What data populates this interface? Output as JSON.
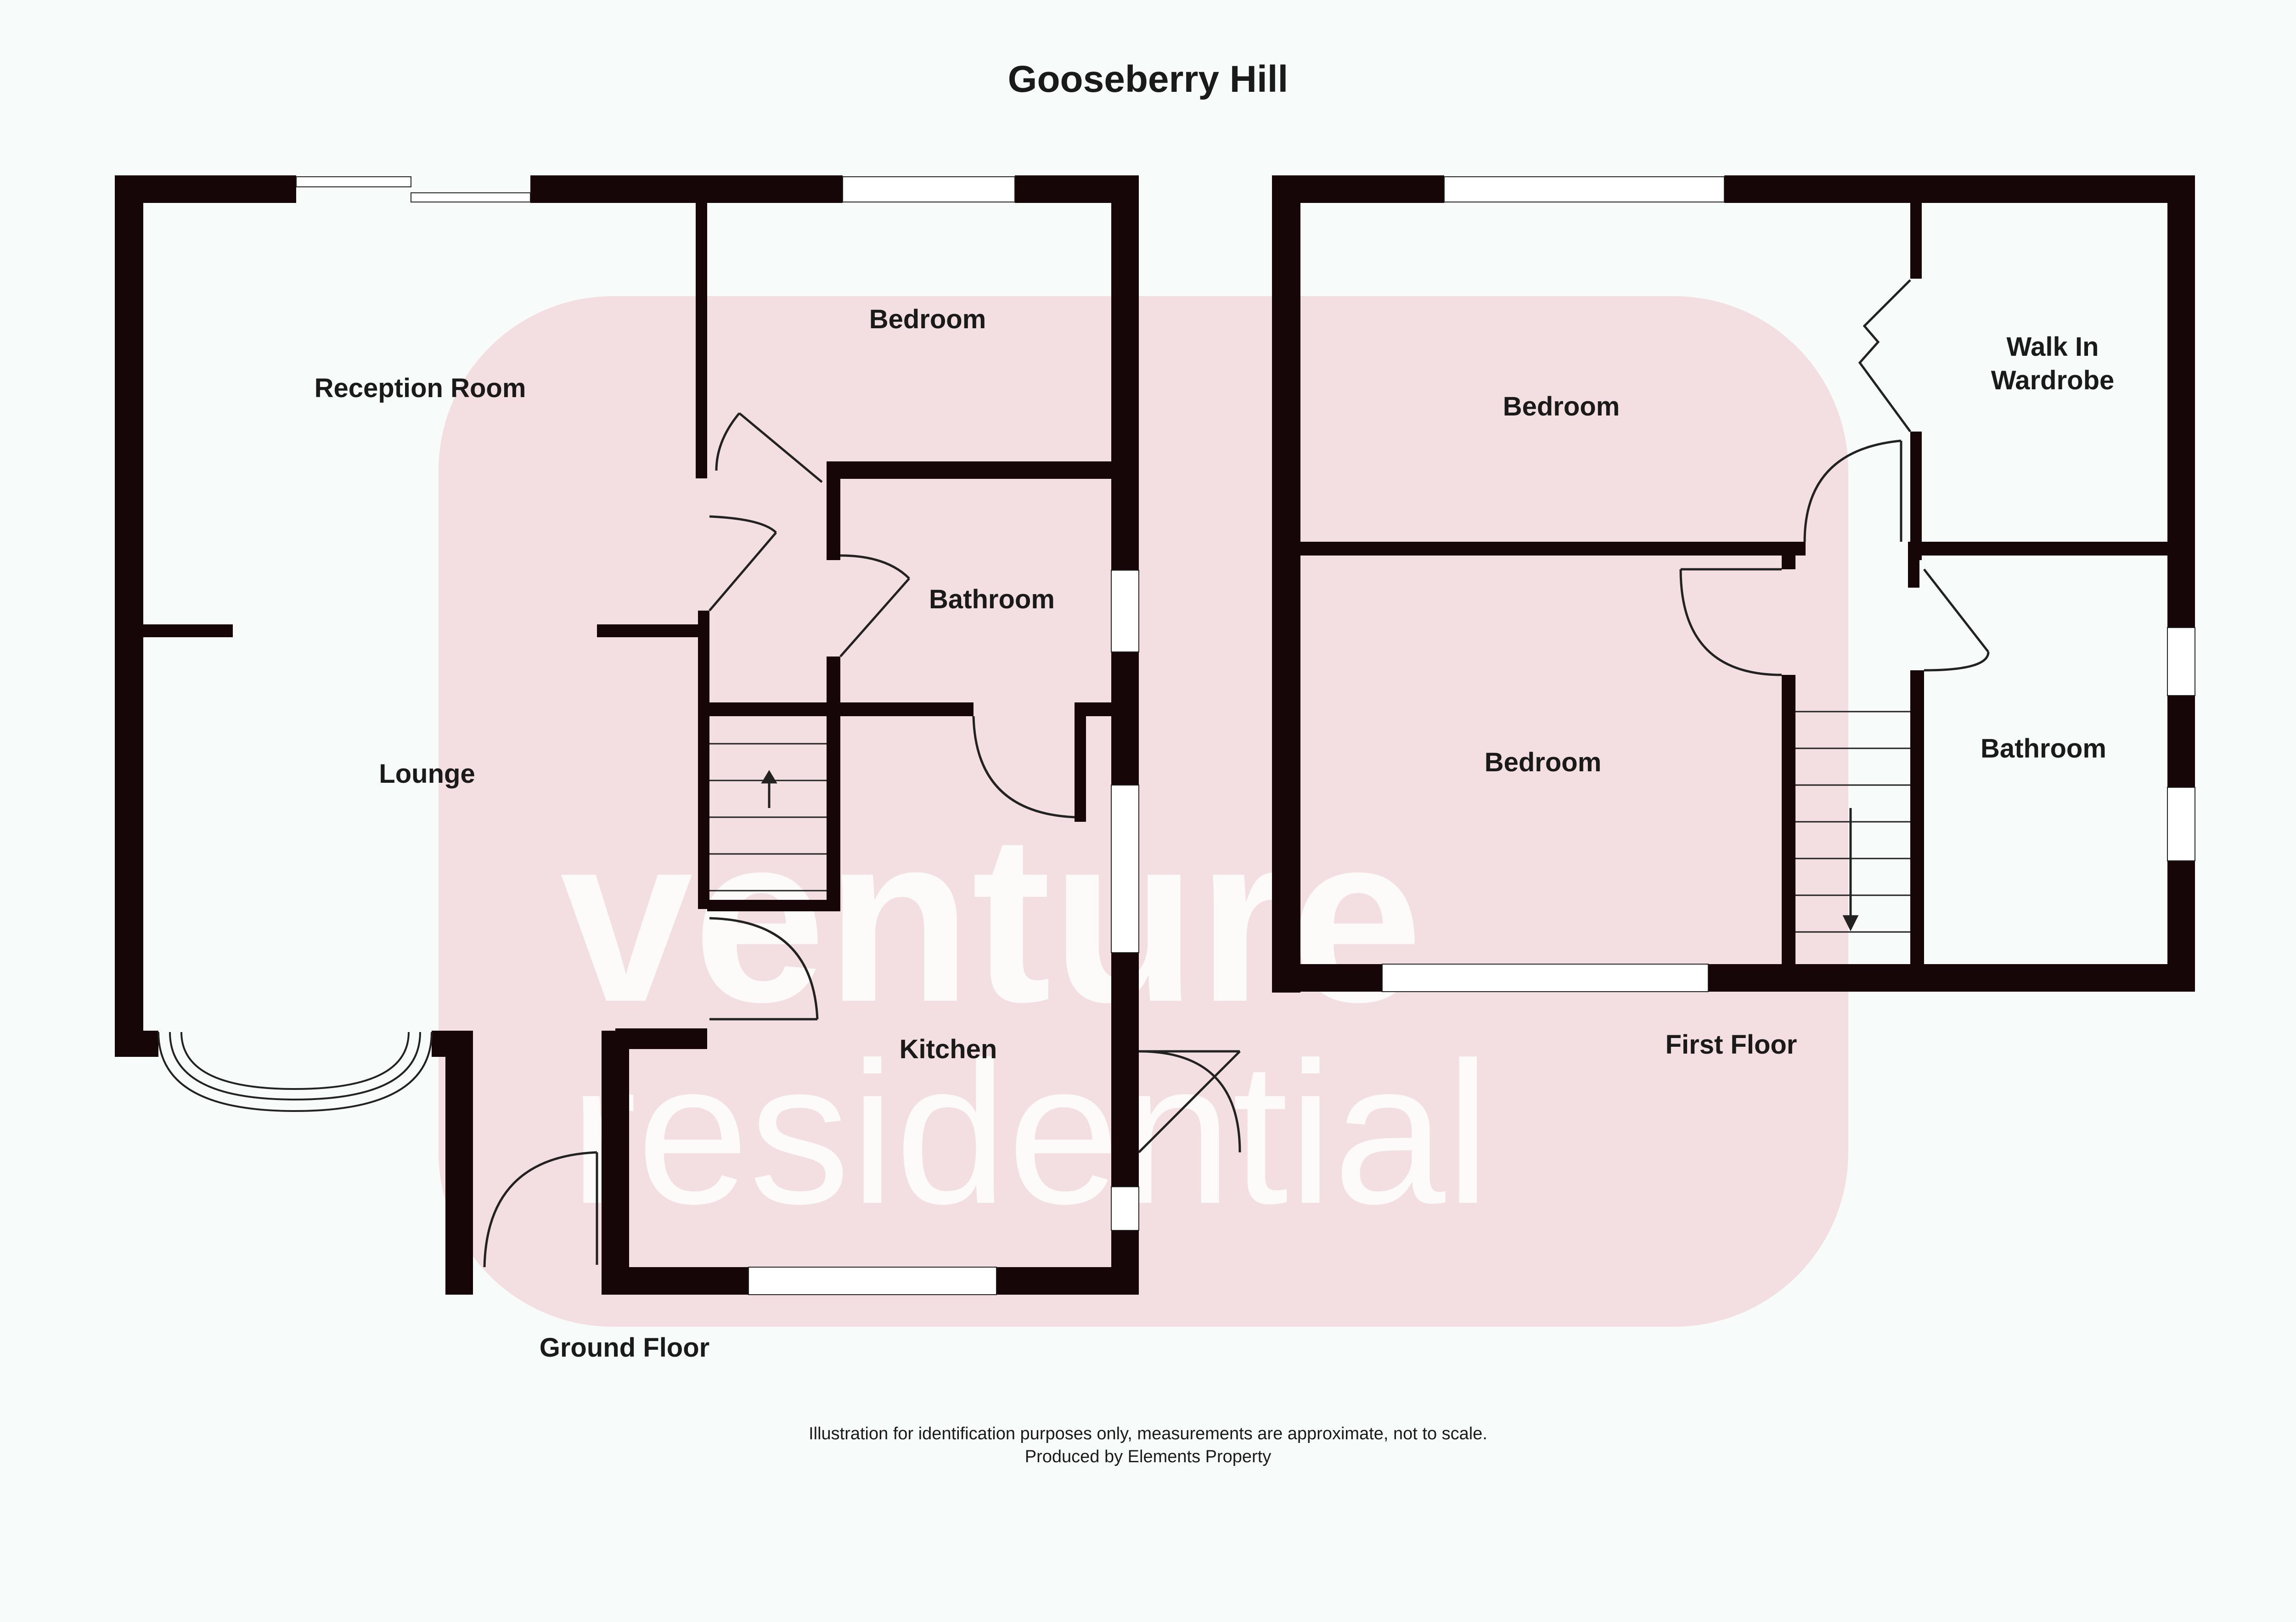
{
  "title": "Gooseberry Hill",
  "watermark": {
    "line1": "venture",
    "line2": "residential",
    "color": "#f1c6cc"
  },
  "wall_color": "#160608",
  "floors": {
    "ground": {
      "label": "Ground Floor",
      "rooms": {
        "reception": "Reception Room",
        "lounge": "Lounge",
        "bedroom": "Bedroom",
        "bathroom": "Bathroom",
        "kitchen": "Kitchen"
      }
    },
    "first": {
      "label": "First Floor",
      "rooms": {
        "bedroom_front": "Bedroom",
        "walk_in_line1": "Walk In",
        "walk_in_line2": "Wardrobe",
        "bedroom_back": "Bedroom",
        "bathroom": "Bathroom"
      }
    }
  },
  "footer": {
    "line1": "Illustration for identification purposes only, measurements are approximate, not to scale.",
    "line2": "Produced by Elements Property"
  }
}
